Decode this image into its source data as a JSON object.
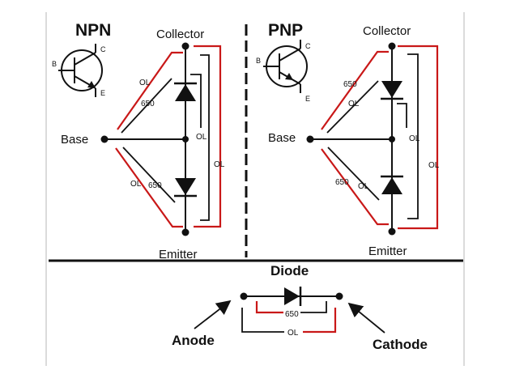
{
  "npn": {
    "title": "NPN",
    "collector": "Collector",
    "emitter": "Emitter",
    "base": "Base",
    "sym_b": "B",
    "sym_c": "C",
    "sym_e": "E",
    "ol_top": "OL",
    "v_top": "650",
    "ol_mid": "OL",
    "ol_right": "OL",
    "ol_bot": "OL",
    "v_bot": "650"
  },
  "pnp": {
    "title": "PNP",
    "collector": "Collector",
    "emitter": "Emitter",
    "base": "Base",
    "sym_b": "B",
    "sym_c": "C",
    "sym_e": "E",
    "v_top": "650",
    "ol_top": "OL",
    "ol_mid": "OL",
    "ol_right": "OL",
    "v_bot": "650",
    "ol_bot": "OL"
  },
  "diode": {
    "title": "Diode",
    "anode": "Anode",
    "cathode": "Cathode",
    "forward": "650",
    "reverse": "OL"
  },
  "colors": {
    "forward_probe": "#c91818",
    "reverse_probe": "#111111"
  }
}
